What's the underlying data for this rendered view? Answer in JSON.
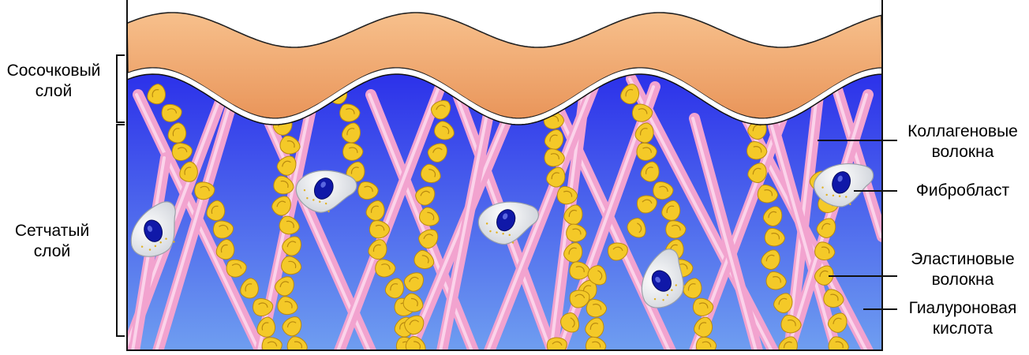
{
  "labels": {
    "papillary_layer": [
      "Сосочковый",
      "слой"
    ],
    "reticular_layer": [
      "Сетчатый",
      "слой"
    ],
    "collagen_fibers": [
      "Коллагеновые",
      "волокна"
    ],
    "fibroblast": "Фибробласт",
    "elastin_fibers": [
      "Эластиновые",
      "волокна"
    ],
    "hyaluronic_acid": [
      "Гиалуроновая",
      "кислота"
    ]
  },
  "colors": {
    "epidermis_fill": "#f7c08c",
    "epidermis_dark": "#e9955a",
    "matrix_top": "#1a14e8",
    "matrix_bottom": "#6f9ef0",
    "collagen": "#f2a3cf",
    "collagen_highlight": "#fbd3ea",
    "elastin": "#f4c928",
    "elastin_dark": "#b98a10",
    "cell_body": "#f3f3f3",
    "cell_nucleus": "#1018a8"
  }
}
